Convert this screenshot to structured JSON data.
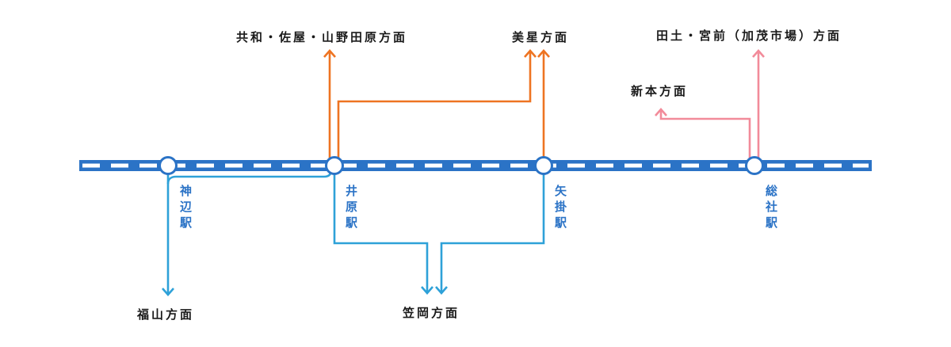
{
  "colors": {
    "main_line": "#2b73c6",
    "main_line_dash": "#ffffff",
    "station_fill": "#ffffff",
    "branch_blue": "#2ea1d8",
    "branch_orange": "#ee7422",
    "branch_pink": "#f28b9a",
    "station_label": "#2b73c6",
    "destination_text": "#1a1a1a"
  },
  "stations": [
    {
      "id": "kannabe",
      "chars": [
        "神",
        "辺",
        "駅"
      ]
    },
    {
      "id": "ibara",
      "chars": [
        "井",
        "原",
        "駅"
      ]
    },
    {
      "id": "yakake",
      "chars": [
        "矢",
        "掛",
        "駅"
      ]
    },
    {
      "id": "soja",
      "chars": [
        "総",
        "社",
        "駅"
      ]
    }
  ],
  "destinations": {
    "kyowa": "共和・佐屋・山野田原方面",
    "bisei": "美星方面",
    "tado": "田土・宮前（加茂市場）方面",
    "niimoto": "新本方面",
    "fukuyama": "福山方面",
    "kasaoka": "笠岡方面"
  }
}
